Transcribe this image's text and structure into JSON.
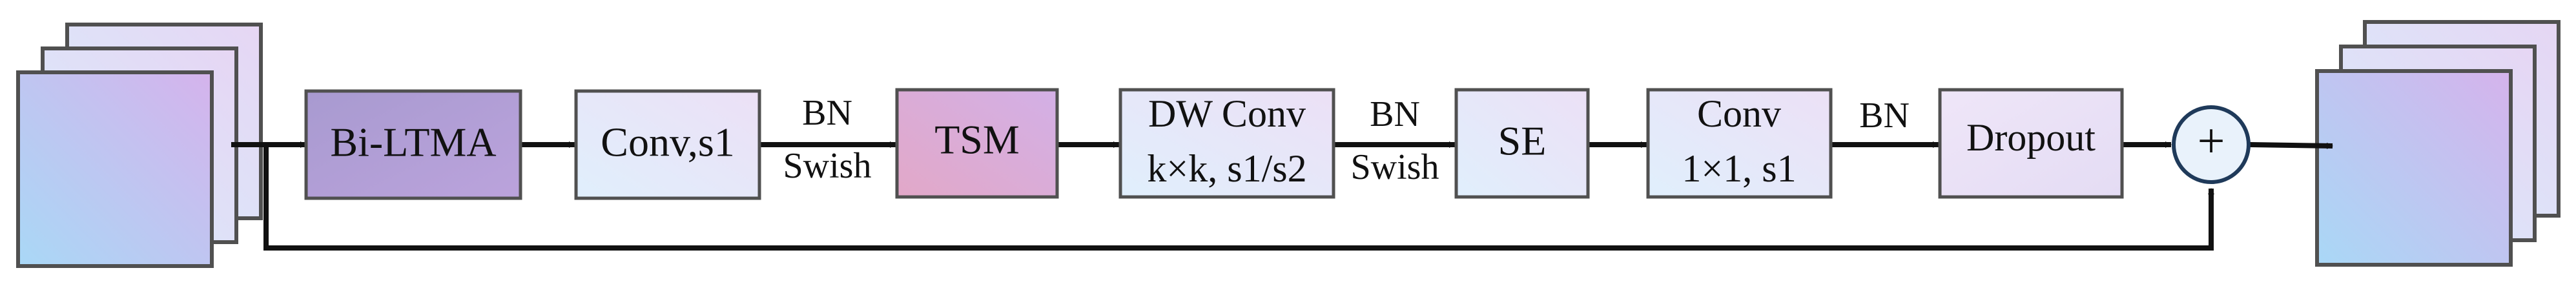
{
  "blocks": {
    "bi_ltma": {
      "label": "Bi-LTMA"
    },
    "conv_s1": {
      "label": "Conv,s1"
    },
    "tsm": {
      "label": "TSM"
    },
    "dw_conv": {
      "line1": "DW Conv",
      "line2": "k×k, s1/s2"
    },
    "se": {
      "label": "SE"
    },
    "conv_1x1": {
      "line1": "Conv",
      "line2": "1×1, s1"
    },
    "dropout": {
      "label": "Dropout"
    },
    "add": {
      "symbol": "+"
    }
  },
  "edge_labels": {
    "after_conv_s1": {
      "top": "BN",
      "bottom": "Swish"
    },
    "after_dw_conv": {
      "top": "BN",
      "bottom": "Swish"
    },
    "after_conv_1x1": {
      "top": "BN"
    }
  }
}
